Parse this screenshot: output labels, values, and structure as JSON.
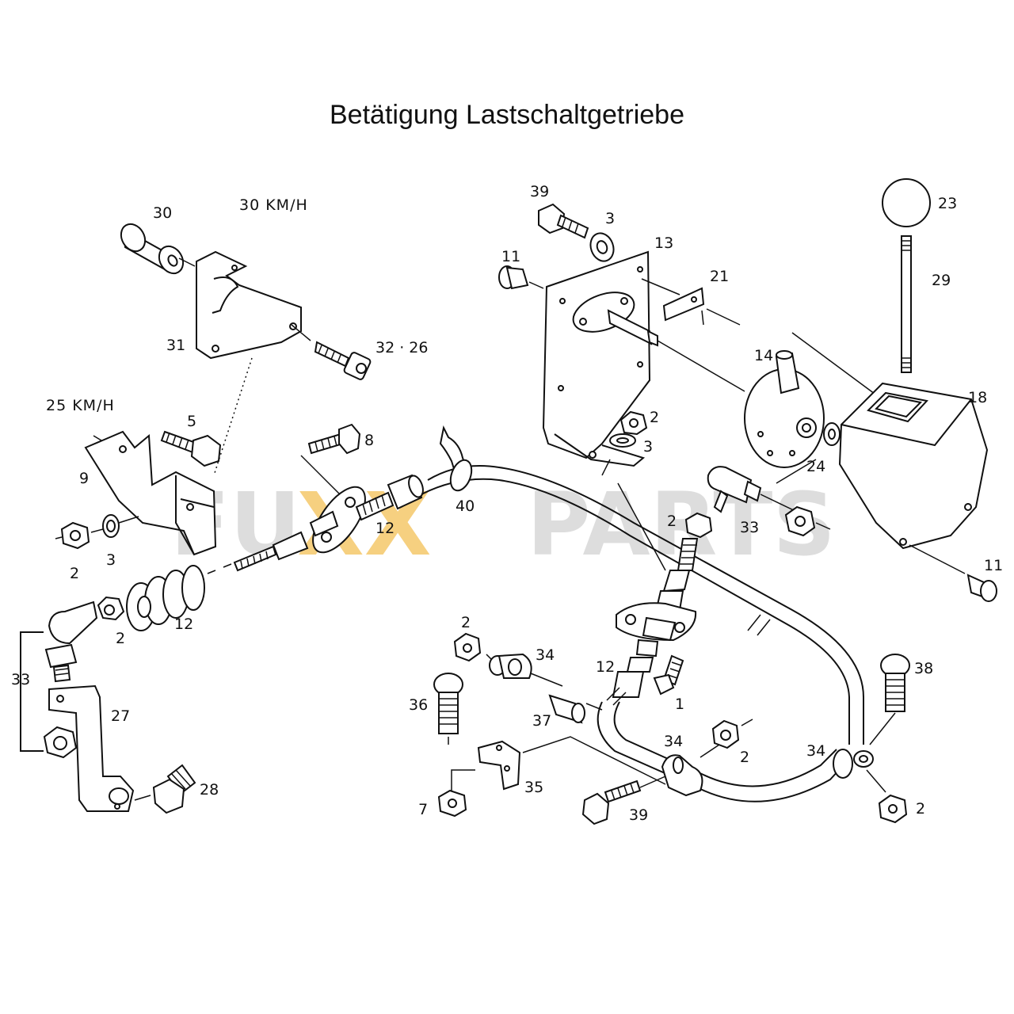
{
  "title": "Betätigung Lastschaltgetriebe",
  "speed_labels": {
    "s30": "30 KM/H",
    "s25": "25 KM/H"
  },
  "watermark": {
    "part1": "FU",
    "part2": "XX",
    "part3": "PARTS",
    "accent": "#f5c86a",
    "gray": "#d8d8d8"
  },
  "parts": [
    {
      "id": "p30",
      "text": "30"
    },
    {
      "id": "p31",
      "text": "31"
    },
    {
      "id": "p32",
      "text": "32 · 26"
    },
    {
      "id": "p5",
      "text": "5"
    },
    {
      "id": "p9",
      "text": "9"
    },
    {
      "id": "p8",
      "text": "8"
    },
    {
      "id": "p2a",
      "text": "2"
    },
    {
      "id": "p3a",
      "text": "3"
    },
    {
      "id": "p12a",
      "text": "12"
    },
    {
      "id": "p12b",
      "text": "12"
    },
    {
      "id": "p2b",
      "text": "2"
    },
    {
      "id": "p33a",
      "text": "33"
    },
    {
      "id": "p27",
      "text": "27"
    },
    {
      "id": "p28",
      "text": "28"
    },
    {
      "id": "p40",
      "text": "40"
    },
    {
      "id": "p39a",
      "text": "39"
    },
    {
      "id": "p3b",
      "text": "3"
    },
    {
      "id": "p13",
      "text": "13"
    },
    {
      "id": "p11a",
      "text": "11"
    },
    {
      "id": "p21",
      "text": "21"
    },
    {
      "id": "p2c",
      "text": "2"
    },
    {
      "id": "p3c",
      "text": "3"
    },
    {
      "id": "p14",
      "text": "14"
    },
    {
      "id": "p23",
      "text": "23"
    },
    {
      "id": "p29",
      "text": "29"
    },
    {
      "id": "p18",
      "text": "18"
    },
    {
      "id": "p24",
      "text": "24"
    },
    {
      "id": "p33b",
      "text": "33"
    },
    {
      "id": "p2d",
      "text": "2"
    },
    {
      "id": "p11b",
      "text": "11"
    },
    {
      "id": "p2e",
      "text": "2"
    },
    {
      "id": "p34a",
      "text": "34"
    },
    {
      "id": "p36",
      "text": "36"
    },
    {
      "id": "p37",
      "text": "37"
    },
    {
      "id": "p12c",
      "text": "12"
    },
    {
      "id": "p1",
      "text": "1"
    },
    {
      "id": "p34b",
      "text": "34"
    },
    {
      "id": "p2f",
      "text": "2"
    },
    {
      "id": "p35",
      "text": "35"
    },
    {
      "id": "p7",
      "text": "7"
    },
    {
      "id": "p39b",
      "text": "39"
    },
    {
      "id": "p38",
      "text": "38"
    },
    {
      "id": "p34c",
      "text": "34"
    },
    {
      "id": "p2g",
      "text": "2"
    }
  ]
}
